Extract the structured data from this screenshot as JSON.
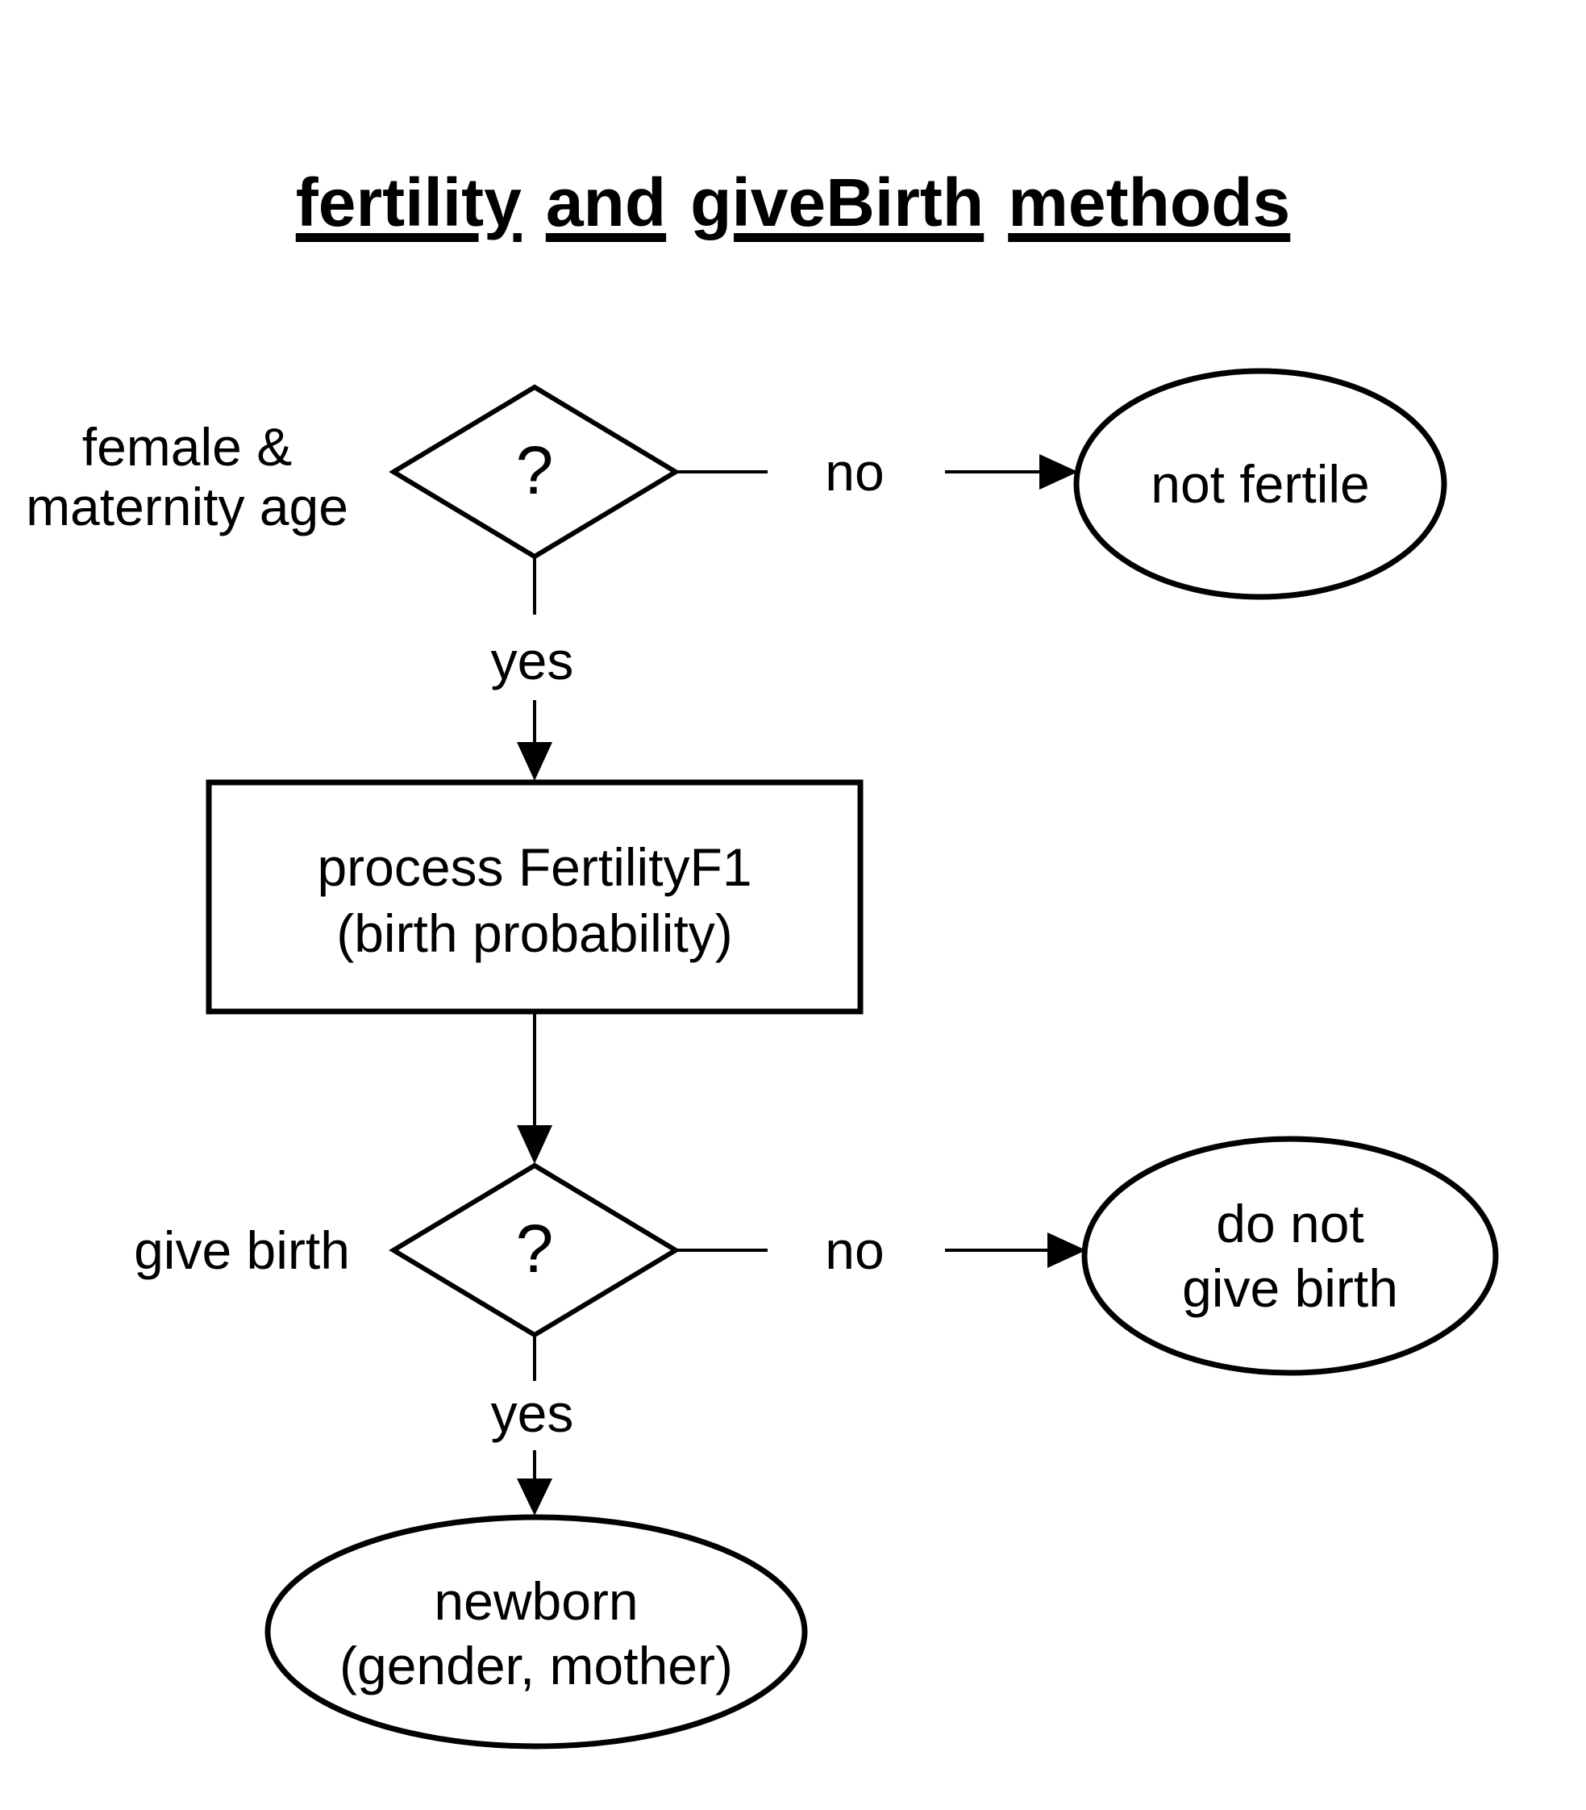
{
  "title": {
    "word1": "fertility",
    "word2": "and",
    "word3": "giveBirth",
    "word4": "methods"
  },
  "decision_fertility": {
    "condition_line1": "female &",
    "condition_line2": "maternity age",
    "symbol": "?"
  },
  "decision_give_birth": {
    "condition": "give birth",
    "symbol": "?"
  },
  "process_fertility": {
    "line1": "process FertilityF1",
    "line2": "(birth probability)"
  },
  "terminal_not_fertile": {
    "label": "not fertile"
  },
  "terminal_do_not_give_birth": {
    "line1": "do not",
    "line2": "give birth"
  },
  "terminal_newborn": {
    "line1": "newborn",
    "line2": "(gender, mother)"
  },
  "edges": {
    "no1": {
      "label": "no"
    },
    "yes1": {
      "label": "yes"
    },
    "no2": {
      "label": "no"
    },
    "yes2": {
      "label": "yes"
    }
  },
  "colors": {
    "process_fill": "#b3cdf1",
    "terminal_fill": "#dcd8d5",
    "stroke": "#000000",
    "background": "#ffffff",
    "text": "#000000"
  }
}
